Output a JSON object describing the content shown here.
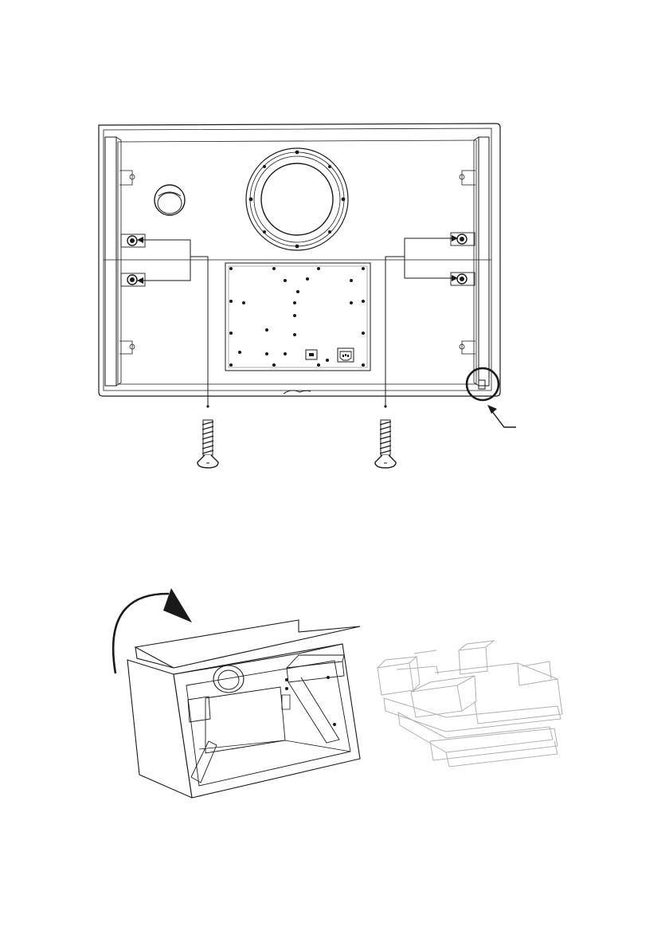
{
  "figures": [
    {
      "id": "rear-panel-screw-removal",
      "parts": [
        "cabinet-rear-panel",
        "subwoofer-port",
        "bass-reflex-port",
        "amplifier-plate",
        "power-switch",
        "iec-power-socket",
        "mounting-screws",
        "indicator-circle",
        "leader-arrow"
      ]
    },
    {
      "id": "unpacking-box",
      "parts": [
        "open-box",
        "rotation-arrow",
        "packing-foam-pieces"
      ]
    }
  ],
  "colors": {
    "ink": "#1a1a1a",
    "light_line": "#777777",
    "foam_line": "#b0b0b0",
    "background": "#ffffff"
  }
}
